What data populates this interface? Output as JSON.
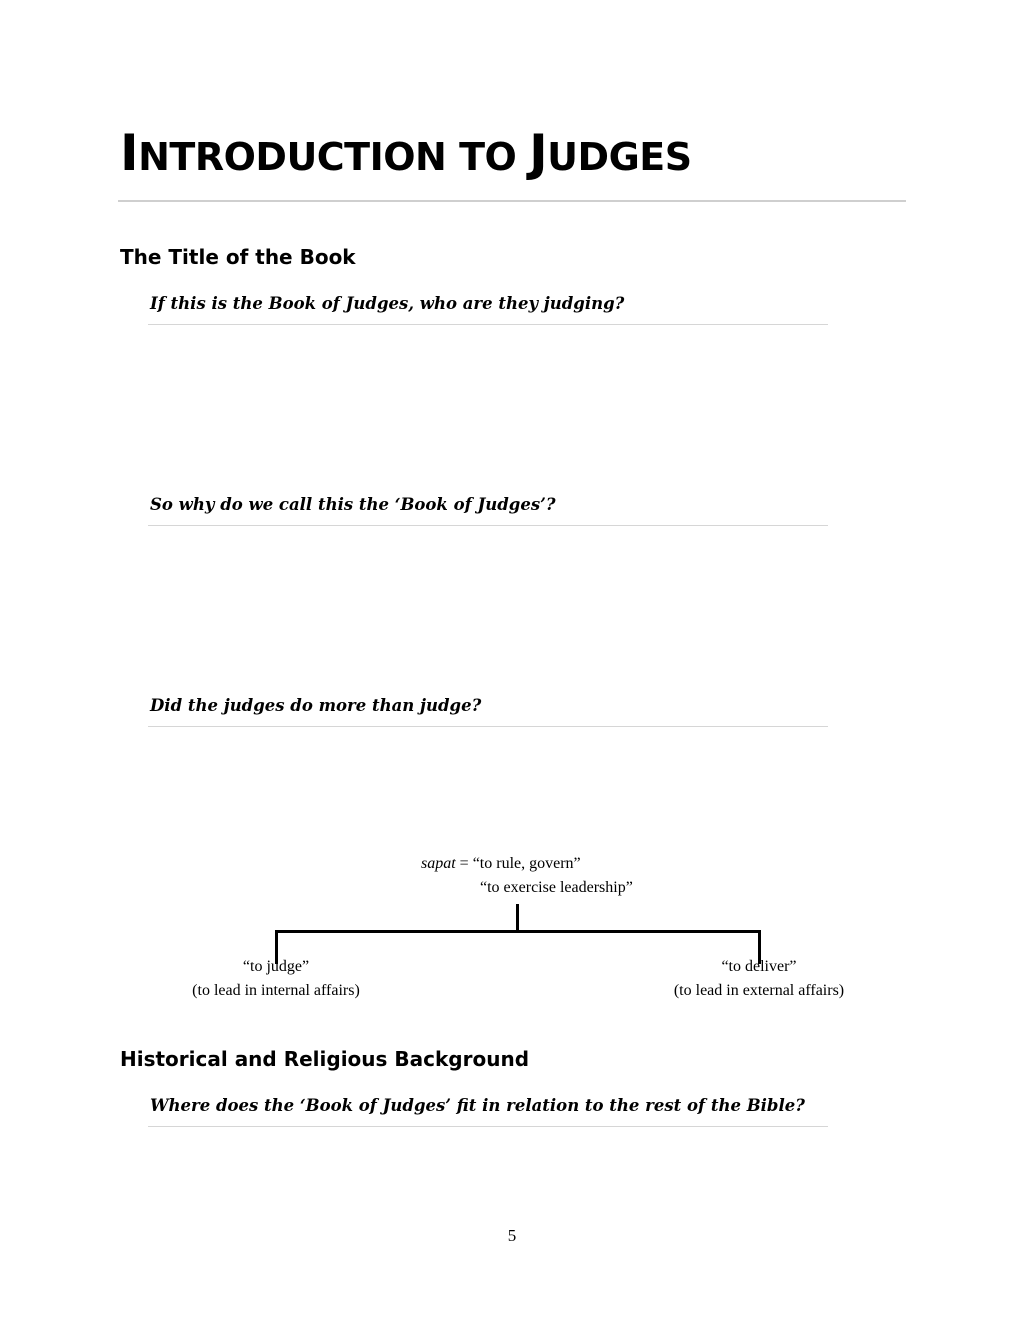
{
  "title": {
    "first_cap": "I",
    "first_rest": "NTRODUCTION",
    "middle": "TO",
    "last_cap": "J",
    "last_rest": "UDGES"
  },
  "sections": [
    {
      "heading": "The Title of the Book",
      "questions": [
        "If this is the Book of Judges, who are they judging?",
        "So why do we call this the ‘Book of Judges’?",
        "Did the judges do more than judge?"
      ]
    },
    {
      "heading": "Historical and Religious Background",
      "questions": [
        "Where does the ‘Book of Judges’ fit in relation to the rest of the Bible?"
      ]
    }
  ],
  "diagram": {
    "term": "sapat",
    "equals": " = ",
    "meaning_1": "“to rule, govern”",
    "meaning_2": "“to exercise leadership”",
    "left_branch": {
      "label": "“to judge”",
      "note": "(to lead in internal affairs)"
    },
    "right_branch": {
      "label": "“to deliver”",
      "note": "(to lead in external affairs)"
    }
  },
  "page_number": "5"
}
